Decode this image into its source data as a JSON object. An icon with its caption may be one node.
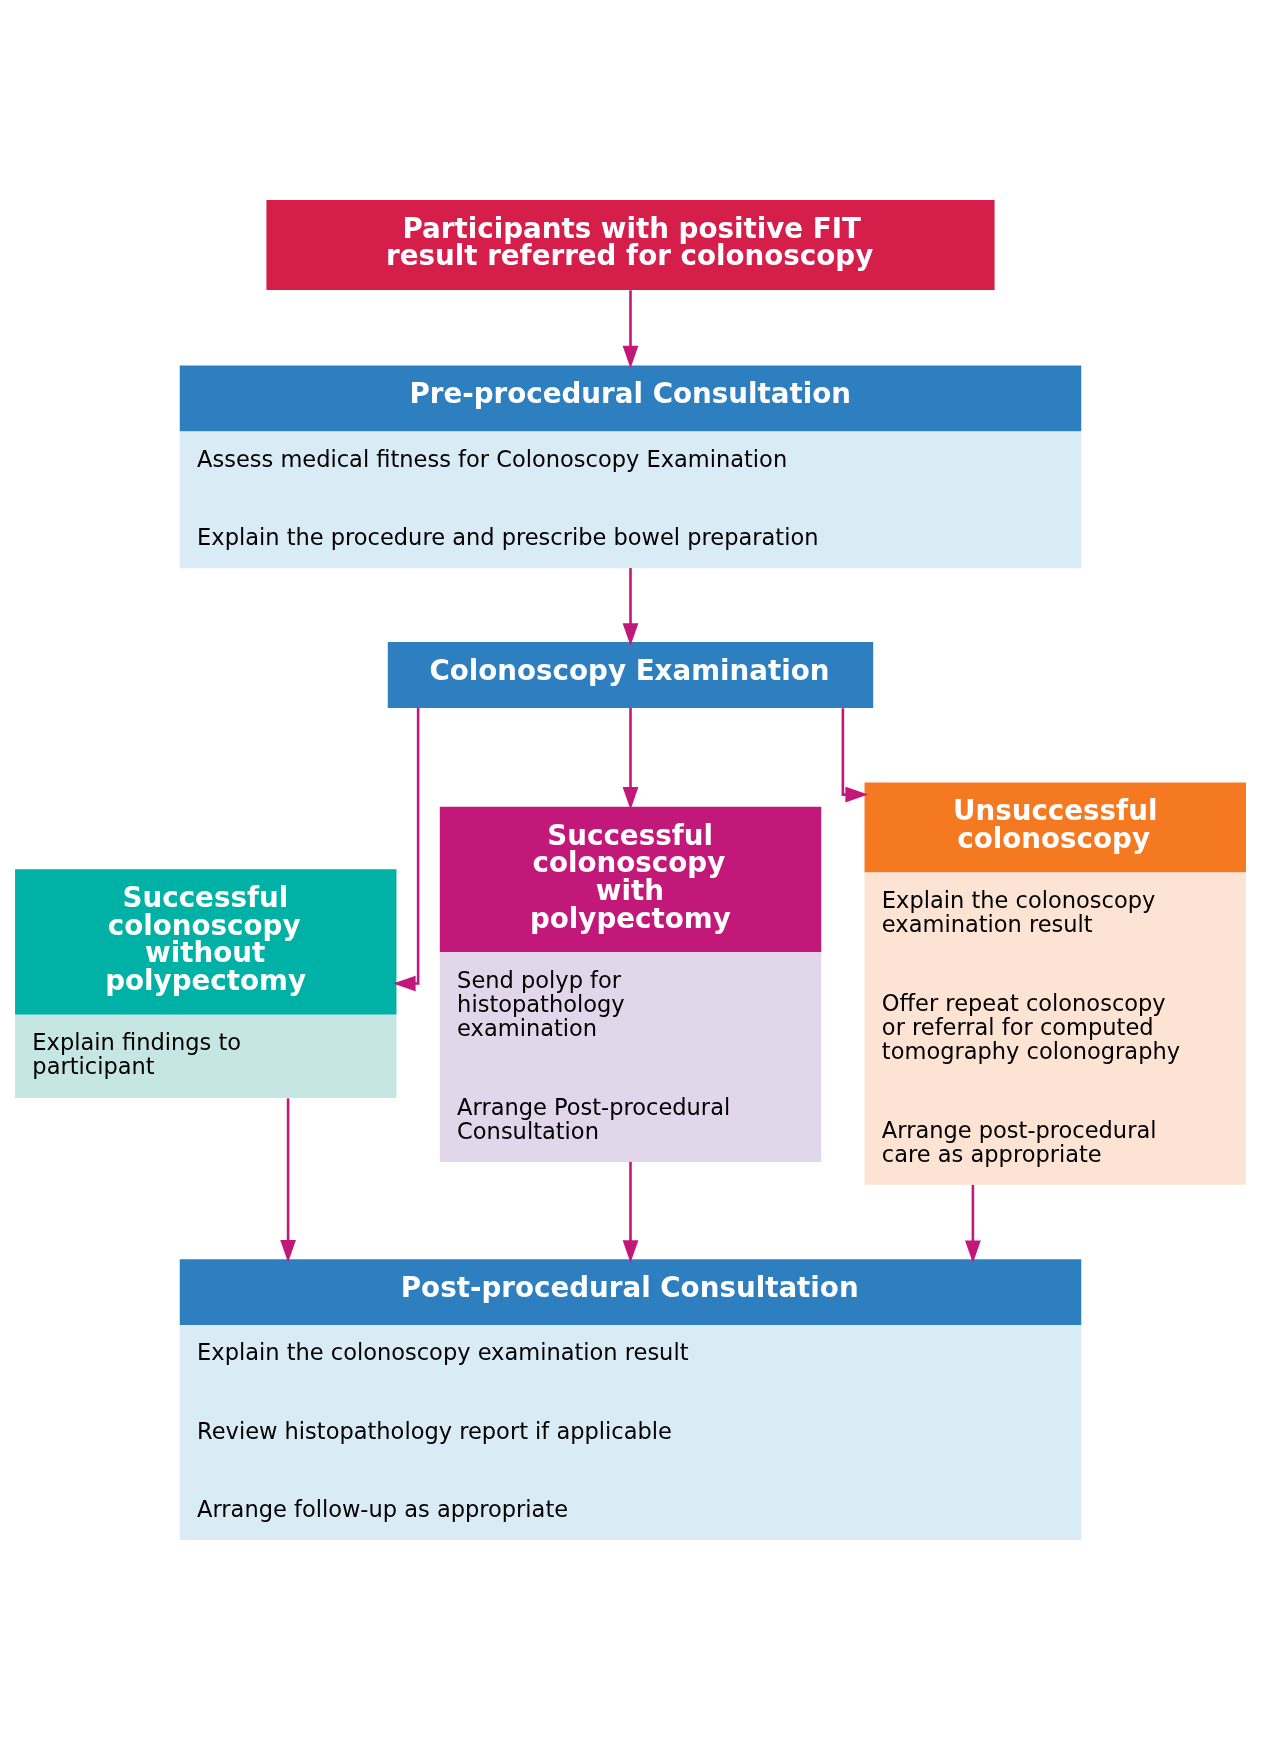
{
  "diagram": {
    "nodes": [
      {
        "text": [
          "Participants with positive FIT result referred for colonoscopy"
        ]
      },
      {
        "text": [
          "Pre-procedural Consultation",
          "Assess medical fitness for Colonoscopy Examination",
          "Explain the procedure and prescribe bowel preparation"
        ]
      },
      {
        "text": [
          "Colonoscopy Examination"
        ]
      },
      {
        "text": [
          "Successful colonoscopy without polypectomy",
          "Explain findings to participant"
        ]
      },
      {
        "text": [
          "Successful colonoscopy with polypectomy",
          "Send polyp for histopathology examination",
          "Arrange Post-procedural Consultation"
        ]
      },
      {
        "text": [
          "Unsuccessful colonoscopy",
          "Explain the colonoscopy examination result",
          "Offer repeat colonoscopy or referral for computed tomography colonography",
          "Arrange post-procedural care as appropriate"
        ]
      },
      {
        "text": [
          "Post-procedural Consultation",
          "Explain the colonoscopy examination result",
          "Review histopathology report if applicable",
          "Arrange follow-up as appropriate"
        ]
      }
    ],
    "edges": [
      {
        "from": 0,
        "to": 1,
        "arrow": "to"
      },
      {
        "from": 1,
        "to": 2,
        "arrow": "to"
      },
      {
        "from": 2,
        "to": 3,
        "arrow": "to"
      },
      {
        "from": 2,
        "to": 4,
        "arrow": "to"
      },
      {
        "from": 2,
        "to": 5,
        "arrow": "to"
      },
      {
        "from": 3,
        "to": 6,
        "arrow": "to"
      },
      {
        "from": 4,
        "to": 6,
        "arrow": "to"
      },
      {
        "from": 5,
        "to": 6,
        "arrow": "to"
      }
    ]
  }
}
